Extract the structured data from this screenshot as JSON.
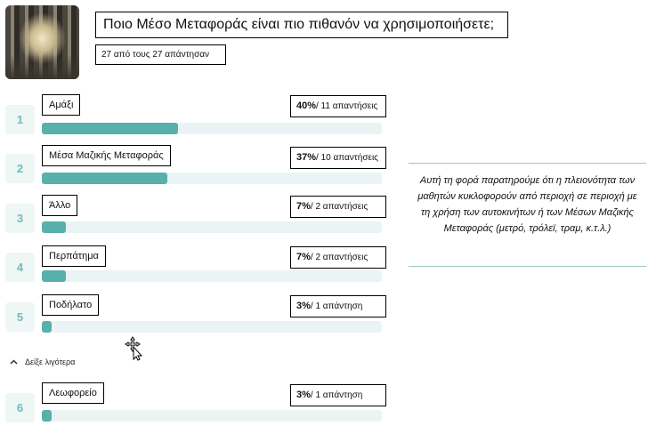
{
  "question": "Ποιο Μέσο Μεταφοράς είναι πιο πιθανόν να χρησιμοποιήσετε;",
  "response_count": "27 από τους 27 απάντησαν",
  "answers": [
    {
      "rank": "1",
      "label": "Αμάξι",
      "percent": "40%",
      "count": "/ 11 απαντήσεις",
      "value": 0.4
    },
    {
      "rank": "2",
      "label": "Μέσα Μαζικής Μεταφοράς",
      "percent": "37%",
      "count": "/ 10 απαντήσεις",
      "value": 0.37
    },
    {
      "rank": "3",
      "label": "Άλλο",
      "percent": "7%",
      "count": "/ 2 απαντήσεις",
      "value": 0.07
    },
    {
      "rank": "4",
      "label": "Περπάτημα",
      "percent": "7%",
      "count": "/ 2 απαντήσεις",
      "value": 0.07
    },
    {
      "rank": "5",
      "label": "Ποδήλατο",
      "percent": "3%",
      "count": "/ 1 απάντηση",
      "value": 0.03
    },
    {
      "rank": "6",
      "label": "Λεωφορείο",
      "percent": "3%",
      "count": "/ 1 απάντηση",
      "value": 0.03
    }
  ],
  "show_less_label": "Δείξε λιγότερα",
  "note": "Αυτή τη φορά παρατηρούμε ότι η πλειονότητα των μαθητών κυκλοφορούν από περιοχή σε περιοχή με τη χρήση των αυτοκινήτων ή των Μέσων Μαζικής Μεταφοράς (μετρό, τρόλεϊ, τραμ, κ.τ.λ.)",
  "colors": {
    "bar_fill": "#57b0ab",
    "bar_track": "#eaf4f4",
    "rank_text": "#6fbcbc"
  },
  "icons": {
    "show_less": "chevron-up-icon",
    "cursor": "move-cursor-icon"
  }
}
